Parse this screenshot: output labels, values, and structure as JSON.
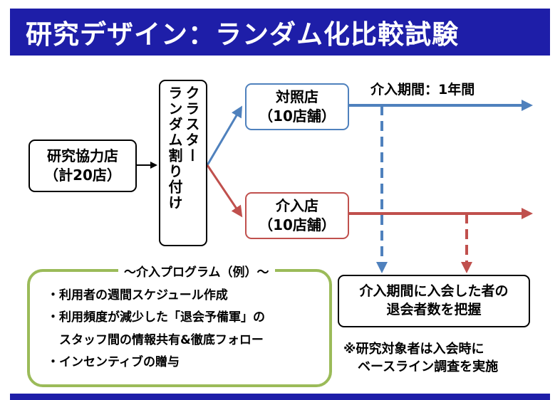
{
  "header": {
    "title": "研究デザイン：ランダム化比較試験"
  },
  "participants": {
    "line1": "研究協力店",
    "line2": "（計20店）"
  },
  "randomize": {
    "col1": "クラスター",
    "col2": "ランダム割り付け"
  },
  "groups": {
    "control": {
      "name": "対照店",
      "count": "（10店舗）"
    },
    "intervention": {
      "name": "介入店",
      "count": "（10店舗）"
    }
  },
  "period_label": "介入期間：1年間",
  "outcome": {
    "line1": "介入期間に入会した者の",
    "line2": "退会者数を把握"
  },
  "program": {
    "title": "～介入プログラム（例）～",
    "items": [
      "・利用者の週間スケジュール作成",
      "・利用頻度が減少した「退会予備軍」の",
      "　スタッフ間の情報共有&徹底フォロー",
      "・インセンティブの贈与"
    ]
  },
  "note": {
    "line1": "※研究対象者は入会時に",
    "line2": "ベースライン調査を実施"
  },
  "colors": {
    "header": "#1e1ea8",
    "control": "#4f81bd",
    "intervention": "#c0504d",
    "program_border": "#9bbb59"
  }
}
